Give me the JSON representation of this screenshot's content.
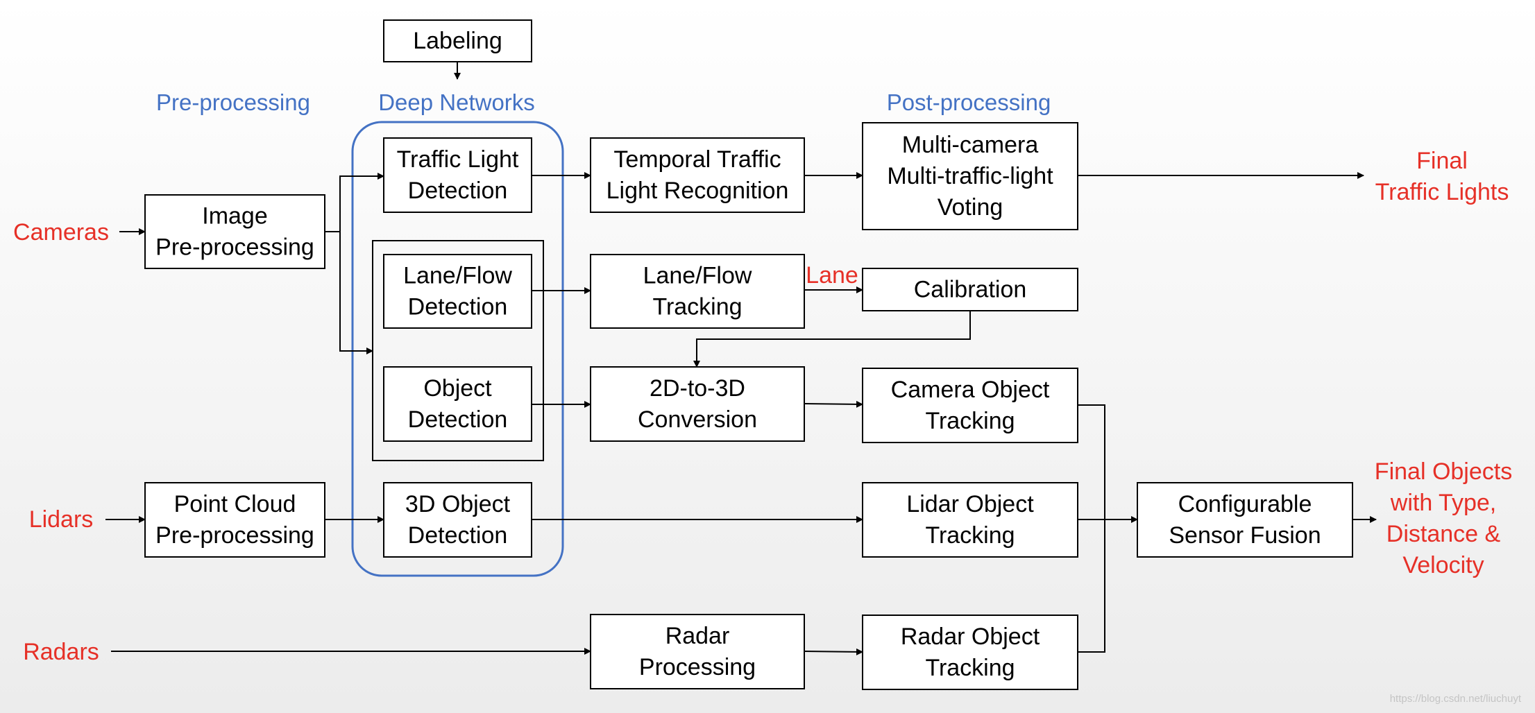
{
  "colors": {
    "accent_blue": "#4472C4",
    "accent_red": "#E63027",
    "box_border": "#000000",
    "box_fill": "#ffffff"
  },
  "group_labels": {
    "pre_processing": "Pre-processing",
    "deep_networks": "Deep Networks",
    "post_processing": "Post-processing"
  },
  "inputs": {
    "cameras": "Cameras",
    "lidars": "Lidars",
    "radars": "Radars"
  },
  "outputs": {
    "final_traffic_lights": [
      "Final",
      "Traffic Lights"
    ],
    "final_objects": [
      "Final Objects",
      "with Type,",
      "Distance &",
      "Velocity"
    ]
  },
  "edge_labels": {
    "lane": "Lane"
  },
  "nodes": {
    "labeling": [
      "Labeling"
    ],
    "image_preprocessing": [
      "Image",
      "Pre-processing"
    ],
    "point_cloud_preprocessing": [
      "Point Cloud",
      "Pre-processing"
    ],
    "traffic_light_detection": [
      "Traffic Light",
      "Detection"
    ],
    "lane_flow_detection": [
      "Lane/Flow",
      "Detection"
    ],
    "object_detection": [
      "Object",
      "Detection"
    ],
    "object_3d_detection": [
      "3D Object",
      "Detection"
    ],
    "temporal_traffic_light_recognition": [
      "Temporal Traffic",
      "Light Recognition"
    ],
    "lane_flow_tracking": [
      "Lane/Flow",
      "Tracking"
    ],
    "conversion_2d_3d": [
      "2D-to-3D",
      "Conversion"
    ],
    "radar_processing": [
      "Radar",
      "Processing"
    ],
    "multi_camera_voting": [
      "Multi-camera",
      "Multi-traffic-light",
      "Voting"
    ],
    "calibration": [
      "Calibration"
    ],
    "camera_object_tracking": [
      "Camera Object",
      "Tracking"
    ],
    "lidar_object_tracking": [
      "Lidar Object",
      "Tracking"
    ],
    "radar_object_tracking": [
      "Radar Object",
      "Tracking"
    ],
    "configurable_sensor_fusion": [
      "Configurable",
      "Sensor Fusion"
    ]
  },
  "watermark": "https://blog.csdn.net/liuchuyt"
}
